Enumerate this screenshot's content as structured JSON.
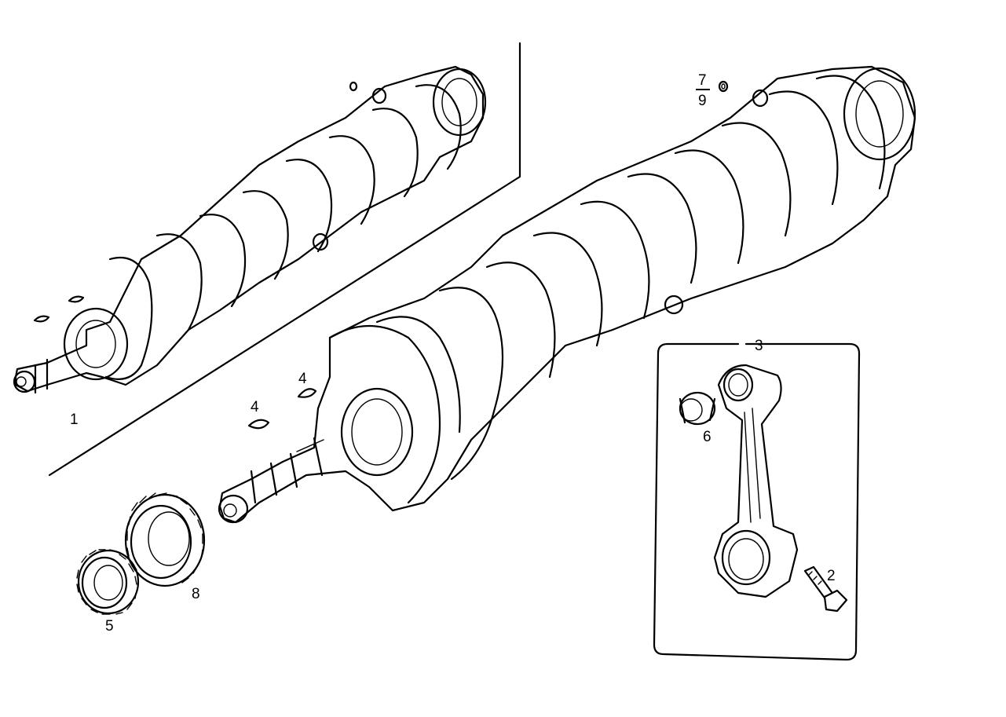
{
  "callouts": {
    "part_1": "1",
    "part_2": "2",
    "part_3": "3",
    "part_4a": "4",
    "part_4b": "4",
    "part_5": "5",
    "part_6": "6",
    "part_7": "7",
    "part_9": "9",
    "part_8": "8"
  }
}
